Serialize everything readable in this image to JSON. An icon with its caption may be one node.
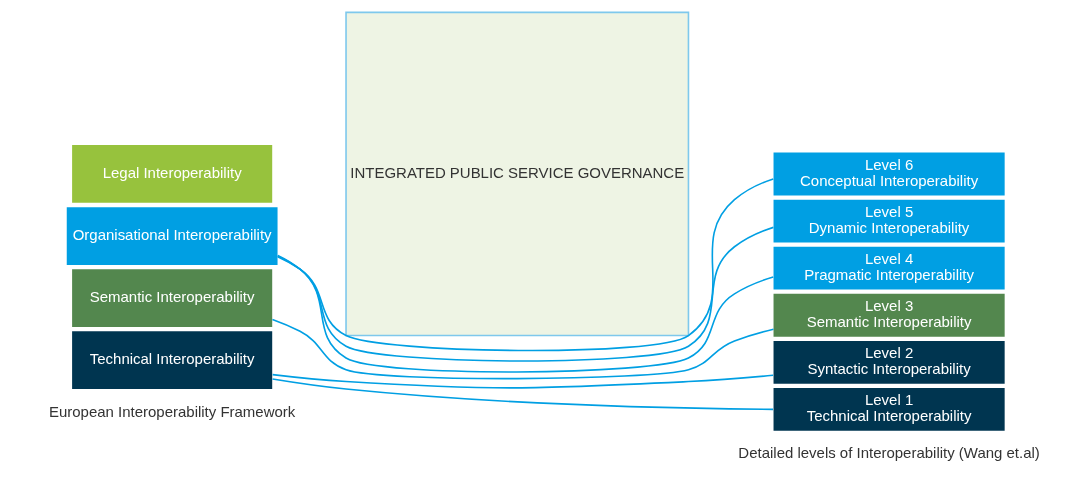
{
  "diagram": {
    "nodes": [
      {
        "text": [
          "Legal Interoperability"
        ]
      },
      {
        "text": [
          "Organisational Interoperability"
        ]
      },
      {
        "text": [
          "Semantic Interoperability"
        ]
      },
      {
        "text": [
          "Technical Interoperability"
        ]
      },
      {
        "text": [
          "INTEGRATED PUBLIC SERVICE GOVERNANCE"
        ]
      },
      {
        "text": [
          "Level 6",
          "Conceptual Interoperability"
        ]
      },
      {
        "text": [
          "Level 5",
          "Dynamic Interoperability"
        ]
      },
      {
        "text": [
          "Level 4",
          "Pragmatic Interoperability"
        ]
      },
      {
        "text": [
          "Level 3",
          "Semantic Interoperability"
        ]
      },
      {
        "text": [
          "Level 2",
          "Syntactic Interoperability"
        ]
      },
      {
        "text": [
          "Level 1",
          "Technical Interoperability"
        ]
      }
    ],
    "edges": [
      {
        "from": 1,
        "to": 5,
        "arrow": "none"
      },
      {
        "from": 1,
        "to": 6,
        "arrow": "none"
      },
      {
        "from": 1,
        "to": 7,
        "arrow": "none"
      },
      {
        "from": 2,
        "to": 8,
        "arrow": "none"
      },
      {
        "from": 3,
        "to": 9,
        "arrow": "none"
      },
      {
        "from": 3,
        "to": 10,
        "arrow": "none"
      }
    ],
    "labels": [
      "European Interoperability Framework",
      "Detailed levels of Interoperability (Wang et.al)"
    ]
  }
}
